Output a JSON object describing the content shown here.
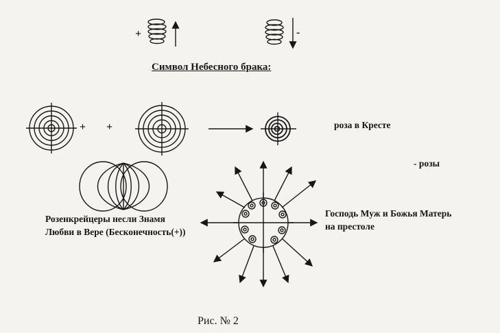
{
  "title": "Символ Небесного брака:",
  "plus_sign": "+",
  "minus_sign": "-",
  "labels": {
    "rose_on_cross": "роза в Кресте",
    "roses": "- розы",
    "rosicrucians_line1": "Розенкрейцеры несли Знамя",
    "rosicrucians_line2": "Любви в Вере (Бесконечность(+))",
    "lord_line1": "Господь Муж и Божья Матерь",
    "lord_line2": "на престоле"
  },
  "caption": "Рис.  № 2"
}
